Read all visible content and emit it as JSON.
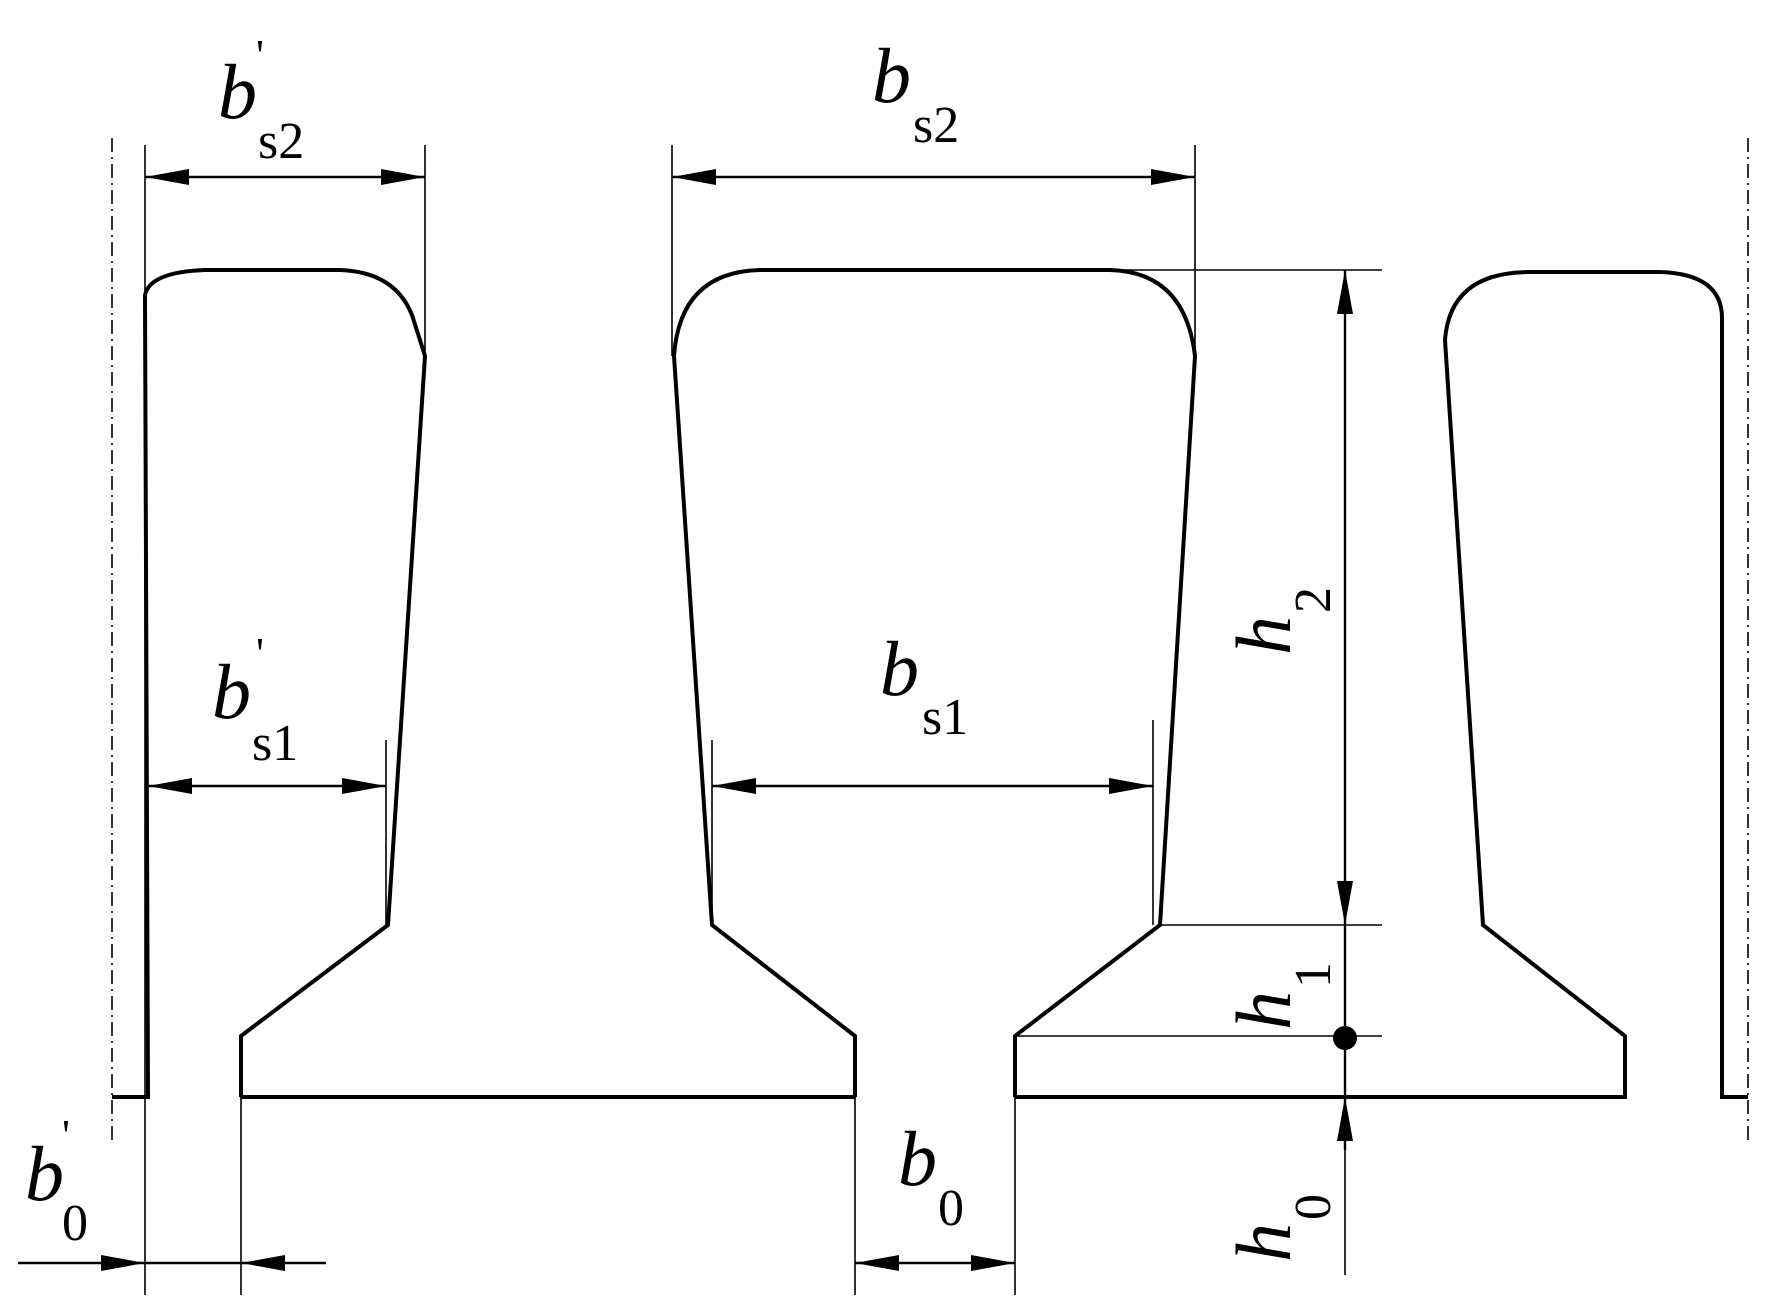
{
  "colors": {
    "stroke": "#000000",
    "background": "#ffffff"
  },
  "labels": {
    "bs2_prime": {
      "symbol": "b",
      "subscript": "s2",
      "prime": "'"
    },
    "bs2": {
      "symbol": "b",
      "subscript": "s2"
    },
    "bs1_prime": {
      "symbol": "b",
      "subscript": "s1",
      "prime": "'"
    },
    "bs1": {
      "symbol": "b",
      "subscript": "s1"
    },
    "b0_prime": {
      "symbol": "b",
      "subscript": "0",
      "prime": "'"
    },
    "b0": {
      "symbol": "b",
      "subscript": "0"
    },
    "h2": {
      "symbol": "h",
      "subscript": "2"
    },
    "h1": {
      "symbol": "h",
      "subscript": "1"
    },
    "h0": {
      "symbol": "h",
      "subscript": "0"
    }
  }
}
